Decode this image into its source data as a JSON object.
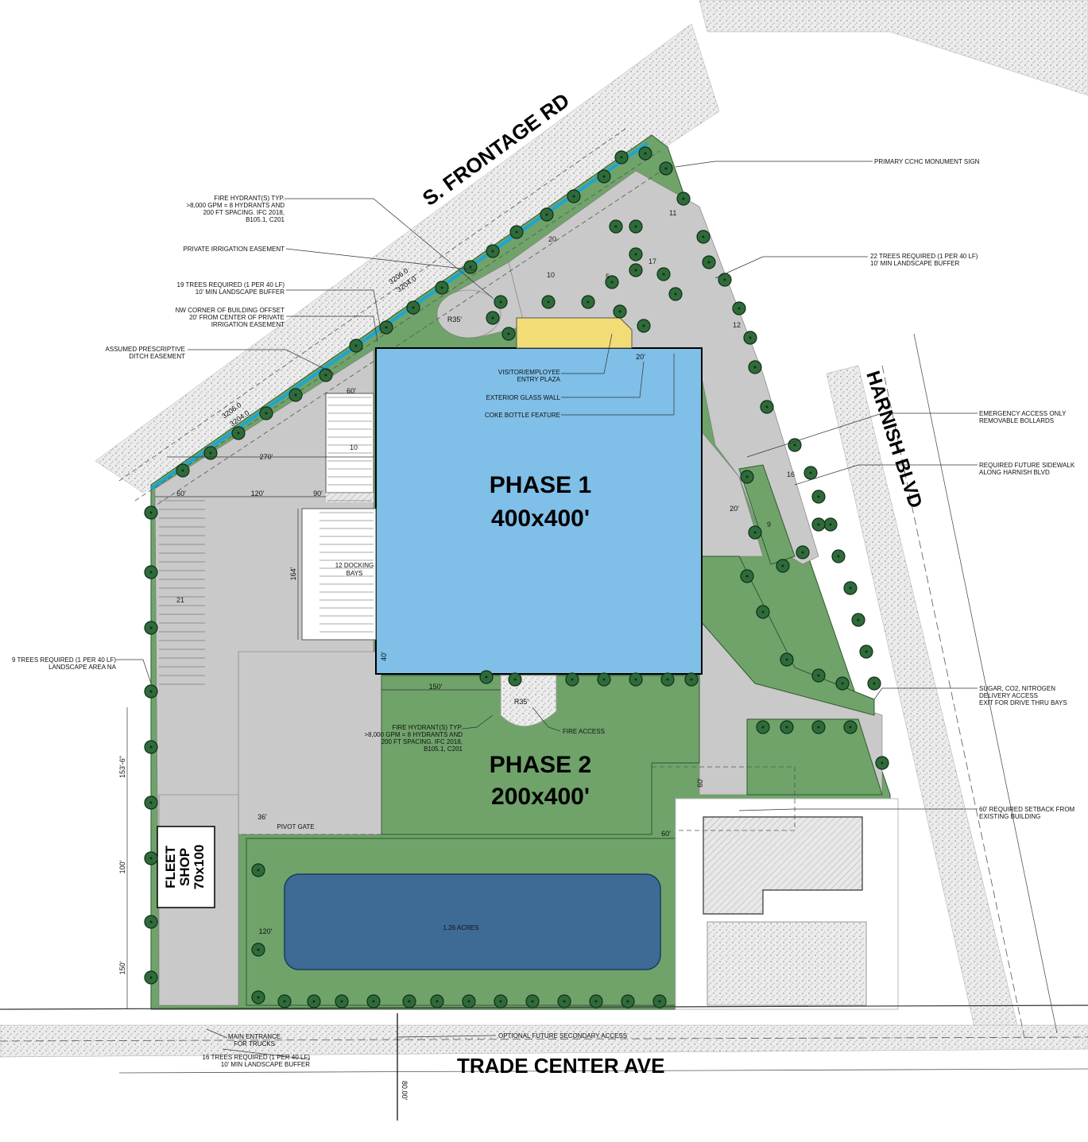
{
  "roads": {
    "north": "S. FRONTAGE RD",
    "east": "HARNISH BLVD",
    "south": "TRADE CENTER AVE"
  },
  "buildings": {
    "phase1_title": "PHASE 1",
    "phase1_size": "400x400'",
    "phase2_title": "PHASE 2",
    "phase2_size": "200x400'",
    "fleet_line1": "FLEET",
    "fleet_line2": "SHOP",
    "fleet_line3": "70x100",
    "pond_area": "1.26 ACRES",
    "docking_line1": "12 DOCKING",
    "docking_line2": "BAYS"
  },
  "callouts": {
    "hydrant_top": [
      "FIRE HYDRANT(S) TYP.",
      ">8,000 GPM = 8 HYDRANTS AND",
      "200 FT SPACING. IFC 2018,",
      "B105.1, C201"
    ],
    "irrigation": [
      "PRIVATE IRRIGATION EASEMENT"
    ],
    "trees_19": [
      "19 TREES REQUIRED (1 PER 40 LF)",
      "10' MIN LANDSCAPE BUFFER"
    ],
    "nw_corner": [
      "NW CORNER OF BUILDING OFFSET",
      "20' FROM CENTER OF PRIVATE",
      "IRRIGATION EASEMENT"
    ],
    "ditch": [
      "ASSUMED PRESCRIPTIVE",
      "DITCH EASEMENT"
    ],
    "trees_9": [
      "9 TREES REQUIRED (1 PER 40 LF)",
      "LANDSCAPE AREA NA"
    ],
    "monument": [
      "PRIMARY CCHC MONUMENT SIGN"
    ],
    "trees_22": [
      "22 TREES REQUIRED (1 PER 40 LF)",
      "10' MIN LANDSCAPE BUFFER"
    ],
    "entry_plaza": [
      "VISITOR/EMPLOYEE",
      "ENTRY PLAZA"
    ],
    "glass_wall": [
      "EXTERIOR GLASS WALL"
    ],
    "coke_bottle": [
      "COKE BOTTLE FEATURE"
    ],
    "bollards": [
      "EMERGENCY ACCESS ONLY",
      "REMOVABLE BOLLARDS"
    ],
    "sidewalk": [
      "REQUIRED FUTURE SIDEWALK",
      "ALONG HARNISH BLVD"
    ],
    "sugar": [
      "SUGAR, CO2, NITROGEN",
      "DELIVERY ACCESS",
      "EXIT FOR DRIVE THRU BAYS"
    ],
    "setback": [
      "60' REQUIRED SETBACK FROM",
      "EXISTING BUILDING"
    ],
    "hydrant_bottom": [
      "FIRE HYDRANT(S) TYP.",
      ">8,000 GPM = 8 HYDRANTS AND",
      "200 FT SPACING. IFC 2018,",
      "B105.1, C201"
    ],
    "fire_access": [
      "FIRE ACCESS"
    ],
    "pivot_gate": [
      "PIVOT GATE"
    ],
    "main_entrance": [
      "MAIN ENTRANCE",
      "FOR TRUCKS"
    ],
    "trees_16": [
      "16 TREES REQUIRED (1 PER 40 LF)",
      "10' MIN LANDSCAPE BUFFER"
    ],
    "secondary": [
      "OPTIONAL FUTURE SECONDARY ACCESS"
    ],
    "row_width": [
      "80.00'"
    ]
  },
  "dimensions": {
    "d60_top": "60'",
    "d270": "270'",
    "d60_left": "60'",
    "d120_top": "120'",
    "d90": "90'",
    "d164": "164'",
    "d40": "40'",
    "d150_h": "150'",
    "d20_top": "20'",
    "d20_side": "20'",
    "d153": "153'-6\"",
    "d100": "100'",
    "d150_v": "150'",
    "d36": "36'",
    "d120_bottom": "120'",
    "d60_setback_a": "60'",
    "d60_setback_b": "60'",
    "r35_top": "R35'",
    "r35_bottom": "R35'",
    "elev1": "3206.0",
    "elev2": "3204.0",
    "elev3": "3206.0",
    "elev4": "3204.0"
  },
  "parking_counts": [
    "20",
    "11",
    "10",
    "5",
    "17",
    "12",
    "16",
    "9",
    "10",
    "21"
  ],
  "colors": {
    "building": "#7fbfe8",
    "landscape": "#6fa36a",
    "pond": "#3e6a96",
    "plaza": "#f2dc76",
    "pavement": "#c9c9c9",
    "ditch": "#1aa6d6",
    "tree": "#2f6b3a"
  },
  "icons": [
    "tree-icon",
    "fire-hydrant-icon",
    "truck-icon",
    "arrow-icon"
  ]
}
